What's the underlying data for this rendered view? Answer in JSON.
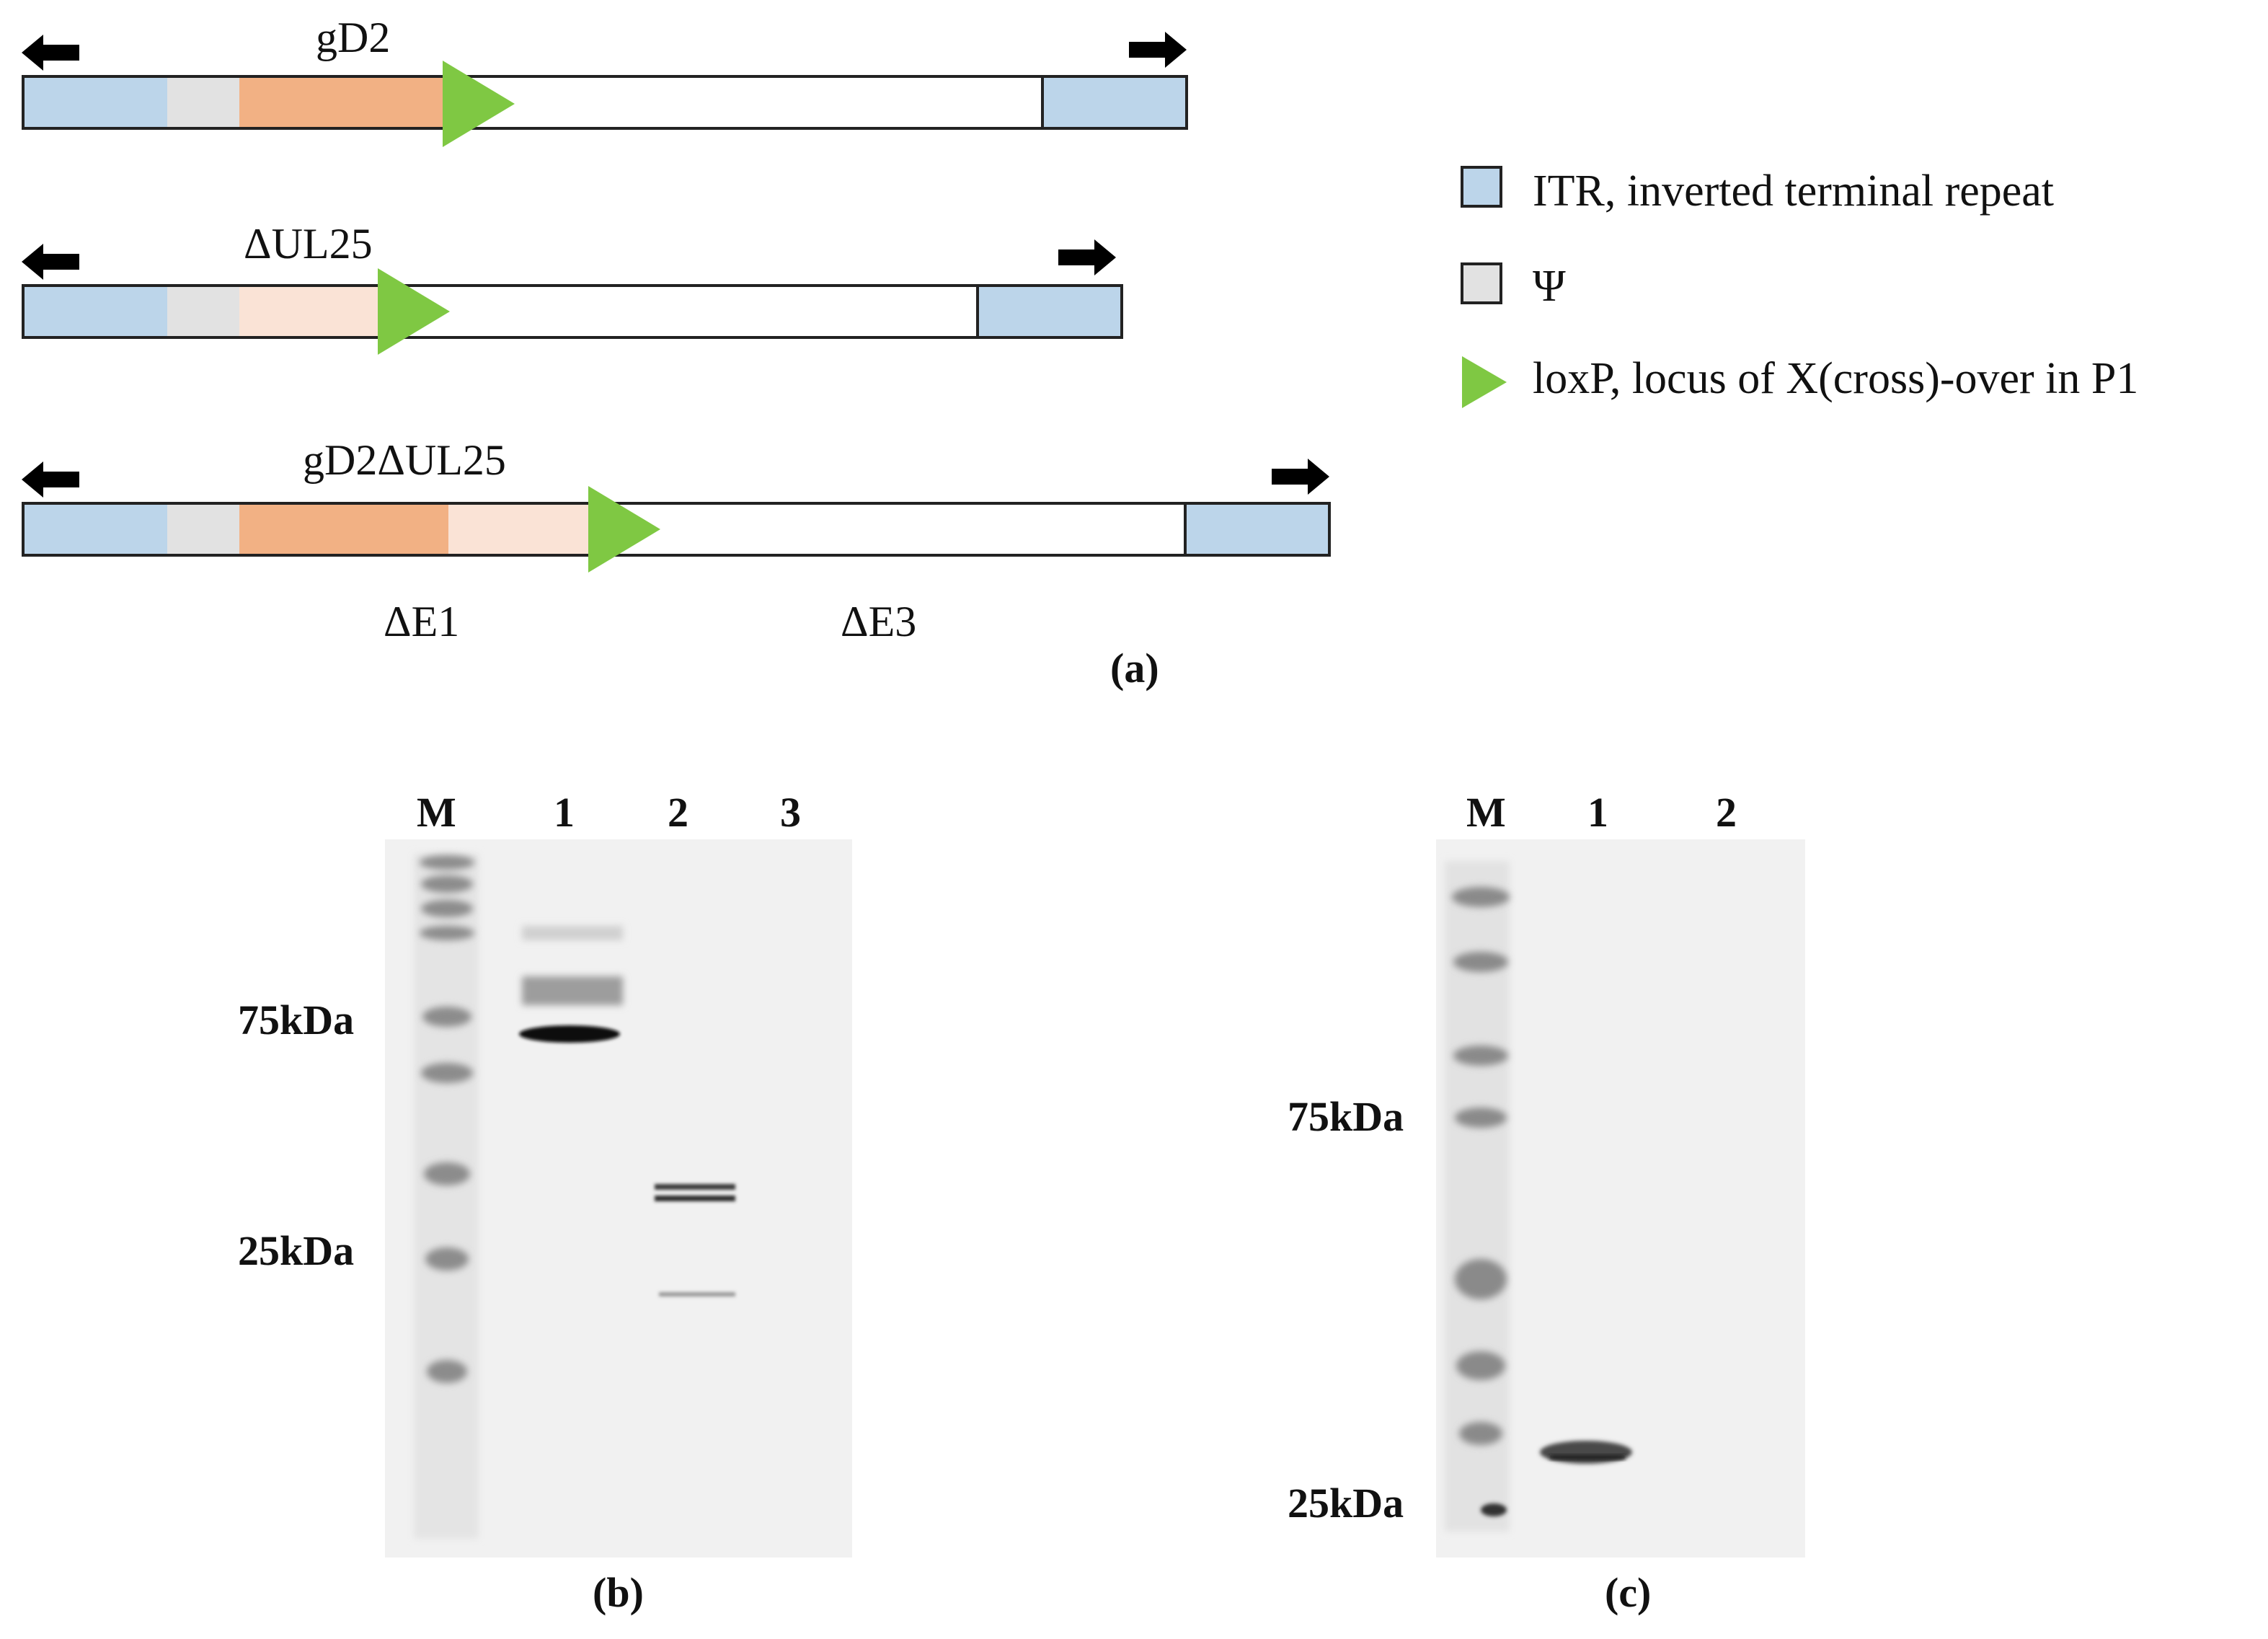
{
  "panel_a": {
    "constructs": [
      {
        "label": "gD2"
      },
      {
        "label": "ΔUL25"
      },
      {
        "label": "gD2ΔUL25"
      }
    ],
    "region_labels": {
      "e1": "ΔE1",
      "e3": "ΔE3"
    },
    "panel_label": "(a)",
    "legend": [
      {
        "text": "ITR, inverted terminal repeat",
        "color": "#bcd5ea"
      },
      {
        "text": "Ψ",
        "color": "#e2e2e2"
      },
      {
        "text": "loxP, locus of X(cross)-over in P1",
        "color": "#7fc843"
      }
    ]
  },
  "panel_b": {
    "lanes": [
      "M",
      "1",
      "2",
      "3"
    ],
    "markers": [
      "75kDa",
      "25kDa"
    ],
    "panel_label": "(b)"
  },
  "panel_c": {
    "lanes": [
      "M",
      "1",
      "2"
    ],
    "markers": [
      "75kDa",
      "25kDa"
    ],
    "panel_label": "(c)"
  },
  "colors": {
    "itr": "#bcd5ea",
    "psi": "#e2e2e2",
    "gd2": "#f2b184",
    "ul25": "#fae3d6",
    "loxp": "#7fc843"
  }
}
